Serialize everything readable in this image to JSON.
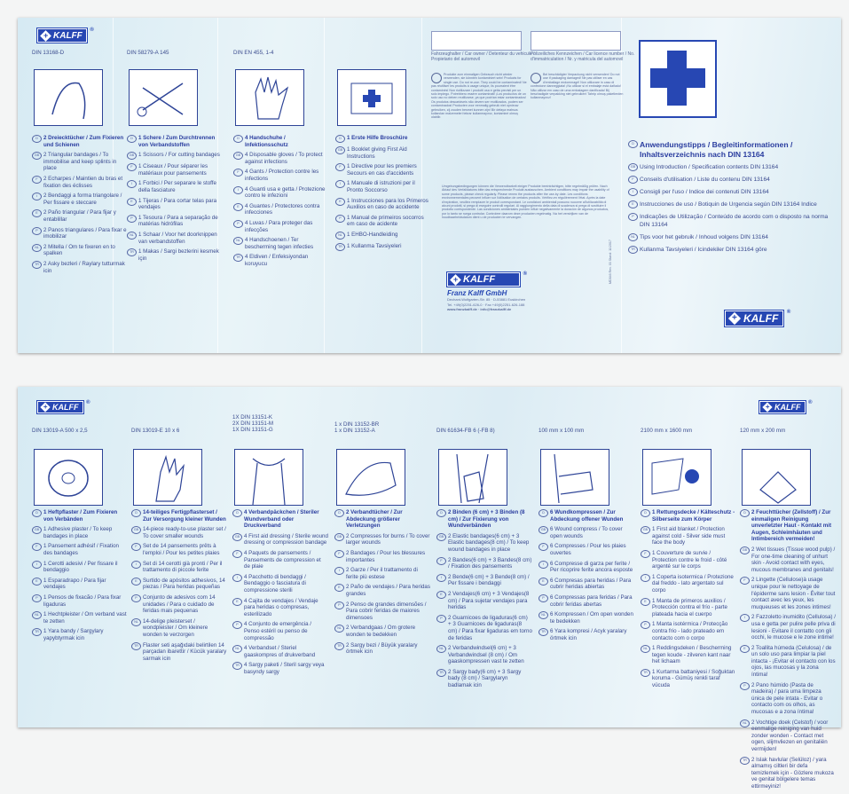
{
  "brand": {
    "name": "KALFF",
    "reg": "®",
    "accent": "#2747b3"
  },
  "top": {
    "columns": [
      {
        "din": "DIN 13168-D",
        "title": "2 Dreiecktücher / Zum Fixieren und Schienen",
        "items": [
          {
            "lang": "GB",
            "text": "2 Triangular bandages / To immobilise and keep splints in place"
          },
          {
            "lang": "F",
            "text": "2 Echarpes / Maintien du bras et fixation des éclisses"
          },
          {
            "lang": "I",
            "text": "2 Bendaggi a forma triangolare / Per fissare e steccare"
          },
          {
            "lang": "E",
            "text": "2 Paño triangular / Para fijar y entablillar"
          },
          {
            "lang": "P",
            "text": "2 Panos triangulares / Para fixar e imobilizar"
          },
          {
            "lang": "NL",
            "text": "2 Mitella / Om te fixeren en to spalken"
          },
          {
            "lang": "TR",
            "text": "2 Asky bezleri / Raylary tutturmak icin"
          }
        ]
      },
      {
        "din": "DIN 58279-A 145",
        "title": "1 Schere / Zum Durchtrennen von Verbandstoffen",
        "items": [
          {
            "lang": "GB",
            "text": "1 Scissors / For cutting bandages"
          },
          {
            "lang": "F",
            "text": "1 Ciseaux / Pour séparer les matériaux pour pansements"
          },
          {
            "lang": "I",
            "text": "1 Forbici / Per separare le stoffe della fasciature"
          },
          {
            "lang": "E",
            "text": "1 Tijeras / Para cortar telas para vendajes"
          },
          {
            "lang": "P",
            "text": "1 Tesoura / Para a separação de matérias hidrófilas"
          },
          {
            "lang": "NL",
            "text": "1 Schaar / Voor het doorknippen van verbandstoffen"
          },
          {
            "lang": "TR",
            "text": "1 Makas / Sargi bezlerini kesmek için"
          }
        ]
      },
      {
        "din": "DIN EN 455, 1-4",
        "title": "4 Handschuhe / Infektionsschutz",
        "items": [
          {
            "lang": "GB",
            "text": "4 Disposable gloves / To protect against infections"
          },
          {
            "lang": "F",
            "text": "4 Gants / Protection contre les infections"
          },
          {
            "lang": "I",
            "text": "4 Guanti usa e getta / Protezione contro le infezioni"
          },
          {
            "lang": "E",
            "text": "4 Guantes / Protectores contra infecciones"
          },
          {
            "lang": "P",
            "text": "4 Luvas / Para proteger das infecções"
          },
          {
            "lang": "NL",
            "text": "4 Handschoenen / Ter bescherming tegen infecties"
          },
          {
            "lang": "TR",
            "text": "4 Eldiven / Enfeksiyondan koruyucu"
          }
        ]
      },
      {
        "din": "",
        "title": "1 Erste Hilfe Broschüre",
        "items": [
          {
            "lang": "GB",
            "text": "1 Booklet giving First Aid Instructions"
          },
          {
            "lang": "F",
            "text": "1 Directive pour les premiers Secours en cas d'accidents"
          },
          {
            "lang": "I",
            "text": "1 Manuale di istruzioni per il Pronto Soccorso"
          },
          {
            "lang": "E",
            "text": "1 Instrucciones para los Primeros Auxilios en caso de accidente"
          },
          {
            "lang": "P",
            "text": "1 Manual de primeiros socorros em caso de acidente"
          },
          {
            "lang": "NL",
            "text": "1 EHBO-Handleiding"
          },
          {
            "lang": "TR",
            "text": "1 Kullanma Tavsiyeleri"
          }
        ]
      }
    ],
    "owner_label": "Fahrzeughalter / Car owner / Detenteur du vehicule / Propietario del automovil",
    "plate_label": "Polizeiliches Kennzeichen / Car licence number / No. d'immatriculation / Nr. y matricula del automovil",
    "single_use_note": "Produkte zum einmaligen Gebrauch nicht wieder verwenden, sie könnten kontaminiert sein! Products for single use. Do not re-use. They could be contaminated! Ne pas réutiliser les produits à usage unique, ils pourraient être contaminés! Non riutilizzare i prodotti usa e getta previsti per un solo impiego. Potrebbero essere contaminati! ¡Los productos de un solo uso no deben reutilizarse, ya que podrían estar contaminados! Os produtos descartáveis não devem ser reutilizados, podem ser contaminados! Producten voor eenmalig gebruik niet opnieuw gebruiken, zij zouden besmet kunnen zijn! Bir defaya mahsus kullanılan malzemeleri tekrar kullanmayınız, kontaminé olmuş olabilir.",
    "packaging_note": "Bei beschädigter Verpackung nicht verwenden! Do not use if packaging damaged! Ne pas utiliser en cas d'emballage endommagé! Non utilizzare in caso di confezione danneggiata! ¡No utilizar si el embalaje está dañado! Não utilizar em caso de uma embalagem danificada! Bij beschadigde verpakking niet gebruiken! Tahrip olmuş paketlerden kullanmayınız!",
    "storage_note": "Umgebungsbedingungen können die Verwendbarkeit einiger Produkte beeinträchtigen, bitte regelmäßig prüfen. Nach Ablauf des Verfalldatums bitte das entsprechende Produkt austauschen. Ambient conditions may impair the usability of some products, please check regularly. Please renew the products after the use-by date. Les conditions environnementales peuvent influer sur l'utilisation de certains produits. Vérifiez-en régulièrement l'état. Après la date d'expiration, veuillez remplacer le produit correspondant. Le condizioni ambientali possono nuocere all'utilizzabilità di alcuni prodotti, si prega di eseguire controlli regolari. Al raggiungimento della data di scadenza si prega di sostituire il prodotto corrispondente. Las condiciones ambientales pueden influir negativamente la duración de algunos productos, por lo tanto se ruega controlar. Controleer daarom deze producten regelmatig. Na het verstrijken van de houdbaarheidsdatum dient u de producten te vervangen.",
    "company": {
      "name": "Franz Kalff GmbH",
      "address": "Dechant-Wolfgarten-Str. 85 · D-53881 Euskirchen",
      "phone": "Tel. +49(0)2251-626-0 · Fax +49(0)2251-626-188",
      "web": "www.franzkalff.de · info@franzkalff.de"
    },
    "doc_code": "MD846 Rev. 03 Stand: 11/2017",
    "info": {
      "heading": "Anwendungstipps / Begleitinformationen / Inhaltsverzeichnis nach DIN 13164",
      "heading_lang": "D",
      "items": [
        {
          "lang": "GB",
          "text": "Using Introduction / Specification contents DIN 13164"
        },
        {
          "lang": "F",
          "text": "Conseils d'utilisation / Liste du contenu DIN 13164"
        },
        {
          "lang": "I",
          "text": "Consigli per l'uso / Indice dei contenuti DIN 13164"
        },
        {
          "lang": "E",
          "text": "Instrucciones de uso / Botiquin de Urgencia según DIN 13164 Indice"
        },
        {
          "lang": "P",
          "text": "Indicações de Utilização / Conteúdo de acordo com o disposto na norma DIN 13164"
        },
        {
          "lang": "NL",
          "text": "Tips voor het gebruik / Inhoud volgens DIN 13164"
        },
        {
          "lang": "TR",
          "text": "Kullanma Tavsiyeleri / Icindekiler DIN 13164 göre"
        }
      ]
    }
  },
  "bottom": {
    "columns": [
      {
        "din": "DIN 13019-A 500 x 2,5",
        "title": "1 Heftpflaster / Zum Fixieren von Verbänden",
        "items": [
          {
            "lang": "GB",
            "text": "1 Adhesive plaster / To keep bandages in place"
          },
          {
            "lang": "F",
            "text": "1 Pansement adhésif / Fixation des bandages"
          },
          {
            "lang": "I",
            "text": "1 Cerotti adesivi / Per fissare il bendaggio"
          },
          {
            "lang": "E",
            "text": "1 Esparadrapo / Para fijar vendajes"
          },
          {
            "lang": "P",
            "text": "1 Pensos de fixacão / Para fixar ligaduras"
          },
          {
            "lang": "NL",
            "text": "1 Hechtpleister / Om verband vast te zetten"
          },
          {
            "lang": "TR",
            "text": "1 Yara bandy / Sargylary yapybtyrmak icin"
          }
        ]
      },
      {
        "din": "DIN 13019-E 10 x 6",
        "title": "14-teiliges Fertigpflasterset / Zur Versorgung kleiner Wunden",
        "items": [
          {
            "lang": "GB",
            "text": "14-piece ready-to-use plaster set / To cover smaller wounds"
          },
          {
            "lang": "F",
            "text": "Set de 14 pansements prêts à l'emploi / Pour les petites plaies"
          },
          {
            "lang": "I",
            "text": "Set di 14 cerotti già pronti / Per il trattamento di piccole ferite"
          },
          {
            "lang": "E",
            "text": "Surtido de apósitos adhesivos, 14 piezas / Para heridas pequeñas"
          },
          {
            "lang": "P",
            "text": "Conjunto de adesivos com 14 unidades / Para o cuidado de feridas mais pequenas"
          },
          {
            "lang": "NL",
            "text": "14-delige pleisterset / wondpleister / Om kleinere wonden te verzorgen"
          },
          {
            "lang": "TR",
            "text": "Flaster seti aşağıdaki belirtilen 14 parçadan ibarettir / Kücük yaralary sarmak icin"
          }
        ]
      },
      {
        "din": "1X DIN 13151-K\n2X DIN 13151-M\n1X DIN 13151-G",
        "title": "4 Verbandpäckchen / Steriler Wundverband oder Druckverband",
        "items": [
          {
            "lang": "GB",
            "text": "4 First aid dressing / Sterile wound dressing or compression bandage"
          },
          {
            "lang": "F",
            "text": "4 Paquets de pansements / Pansements de compression et de plaie"
          },
          {
            "lang": "I",
            "text": "4 Pacchetto di bendaggi / Bendaggio o fasciatura di compressione sterili"
          },
          {
            "lang": "E",
            "text": "4 Cajita de vendajes / Vendaje para heridas o compresas, esterilizado"
          },
          {
            "lang": "P",
            "text": "4 Conjunto de emergência / Penso estéril ou penso de compressão"
          },
          {
            "lang": "NL",
            "text": "4 Verbandset / Steriel gaaskompres of drukverband"
          },
          {
            "lang": "TR",
            "text": "4 Sargy paketi / Steril sargy veya basyndy sargy"
          }
        ]
      },
      {
        "din": "1 x DIN 13152-BR\n1 x DIN 13152-A",
        "title": "2 Verbandtücher / Zur Abdeckung größerer Verletzungen",
        "items": [
          {
            "lang": "GB",
            "text": "2 Compresses for burns / To cover larger wounds"
          },
          {
            "lang": "F",
            "text": "2 Bandages / Pour les blessures importantes"
          },
          {
            "lang": "I",
            "text": "2 Garze / Per il trattamento di ferite più estese"
          },
          {
            "lang": "E",
            "text": "2 Paño de vendajes / Para heridas grandes"
          },
          {
            "lang": "P",
            "text": "2 Penso de grandes dimensões / Para cobrir feridas de maiores dimensoes"
          },
          {
            "lang": "NL",
            "text": "2 Verbandgaas / Om grotere wonden te bedekken"
          },
          {
            "lang": "TR",
            "text": "2 Sargy bezi / Büyük yaralary örtmek icin"
          }
        ]
      },
      {
        "din": "DIN 61634-FB 6 (-FB 8)",
        "title": "2 Binden (6 cm) + 3 Binden (8 cm) / Zur Fixierung von Wundverbänden",
        "items": [
          {
            "lang": "GB",
            "text": "2 Elastic bandages(6 cm) + 3 Elastic bandages(8 cm) / To keep wound bandages in place"
          },
          {
            "lang": "F",
            "text": "2 Bandes(6 cm) + 3 Bandes(8 cm) / Fixation des pansements"
          },
          {
            "lang": "I",
            "text": "2 Bende(6 cm) + 3 Bende(8 cm) / Per fissare i bendaggi"
          },
          {
            "lang": "E",
            "text": "2 Vendajes(6 cm) + 3 Vendajes(8 cm) / Para sujetar vendajes para heridas"
          },
          {
            "lang": "P",
            "text": "2 Guarnicoes de ligaduras(6 cm) + 3 Guarnicoes de ligaduras(8 cm) / Para fixar ligaduras em torno de feridas"
          },
          {
            "lang": "NL",
            "text": "2 Verbandwindsel(6 cm) + 3 Verbandwindsel (8 cm) / Om gaaskompressen vast te zetten"
          },
          {
            "lang": "TR",
            "text": "2 Sargy bady(6 cm) + 3 Sargy bady (8 cm) / Sargylaryn badlamak icin"
          }
        ]
      },
      {
        "din": "100 mm x 100 mm",
        "title": "6 Wundkompressen / Zur Abdeckung offener Wunden",
        "items": [
          {
            "lang": "GB",
            "text": "6 Wound compress / To cover open wounds"
          },
          {
            "lang": "F",
            "text": "6 Compresses / Pour les plaies ouvertes"
          },
          {
            "lang": "I",
            "text": "6 Compresse di garza per ferite / Per ricoprire ferite ancora esposte"
          },
          {
            "lang": "E",
            "text": "6 Compresas para heridas / Para cubrir heridas abiertas"
          },
          {
            "lang": "P",
            "text": "6 Compressas para feridas / Para cobrir feridas abertas"
          },
          {
            "lang": "NL",
            "text": "6 Kompressen / Om open wonden te bedekken"
          },
          {
            "lang": "TR",
            "text": "6 Yara kompresi / Acyk yaralary örtmek icin"
          }
        ]
      },
      {
        "din": "2100 mm x 1600 mm",
        "title": "1 Rettungsdecke / Kälteschutz - Silberseite zum Körper",
        "items": [
          {
            "lang": "GB",
            "text": "1 First aid blanket / Protection against cold - Silver side must face the body"
          },
          {
            "lang": "F",
            "text": "1 Couverture de survie / Protection contre le froid - côté argenté sur le corps"
          },
          {
            "lang": "I",
            "text": "1 Coperta isotermica / Protezione dal freddo - lato argentato sul corpo"
          },
          {
            "lang": "E",
            "text": "1 Manta de primeros auxilios / Protección contra el frío - parte plateada hacia el cuerpo"
          },
          {
            "lang": "P",
            "text": "1 Manta isotérmica / Protecção contra frio - lado prateado em contacto com o corpo"
          },
          {
            "lang": "NL",
            "text": "1 Reddingsdeken / Bescherming tegen koude - zilveren kant naar het lichaam"
          },
          {
            "lang": "TR",
            "text": "1 Kurtarma battaniyesi / Soğuktan koruma - Gümüş renkli taraf vücuda"
          }
        ]
      },
      {
        "din": "120 mm x 200 mm",
        "title": "2 Feuchttücher (Zellstoff) / Zur einmaligen Reinigung unverletzter Haut - Kontakt mit Augen, Schleimhäuten und Intimbereich vermeiden!",
        "items": [
          {
            "lang": "GB",
            "text": "2 Wet tissues (Tissue wood pulp) / For one-time cleaning of unhurt skin - Avoid contact with eyes, mucous membranes and genitals!"
          },
          {
            "lang": "F",
            "text": "2 Lingette (Cellulose)à usage unique pour le nettoyage de l'épiderme sans lesion - Éviter tout contact avec les yeux, les muqueuses et les zones intimes!"
          },
          {
            "lang": "I",
            "text": "2 Fazzoletto inumidito (Cellulosa) / usa e getta per pulire pelle priva di lesioni - Evitare il contatto con gli occhi, le mucose e le zone intime!"
          },
          {
            "lang": "E",
            "text": "2 Toallita húmeda (Celulosa) / de un solo uso para limpiar la piel intacta - ¡Evitar el contacto con los ojos, las mucosas y la zona íntima!"
          },
          {
            "lang": "P",
            "text": "2 Pano húmido (Pasta de madeira) / para uma limpeza única de pele intata - Evitar o contacto com os olhos, as mucosas e a zona íntima!"
          },
          {
            "lang": "NL",
            "text": "2 Vochtige doek (Celstof) / voor eenmalige reiniging van huid zonder wonden - Contact met ogen, slijmvliezen en genitaliën vermijden!"
          },
          {
            "lang": "TR",
            "text": "2 Islak havlular (Selüloz) / yara almamış ciltleri bir defa temizlemek için - Gözlere mukoza ve genital bölgelere temas ettirmeyiniz!"
          }
        ]
      }
    ]
  }
}
